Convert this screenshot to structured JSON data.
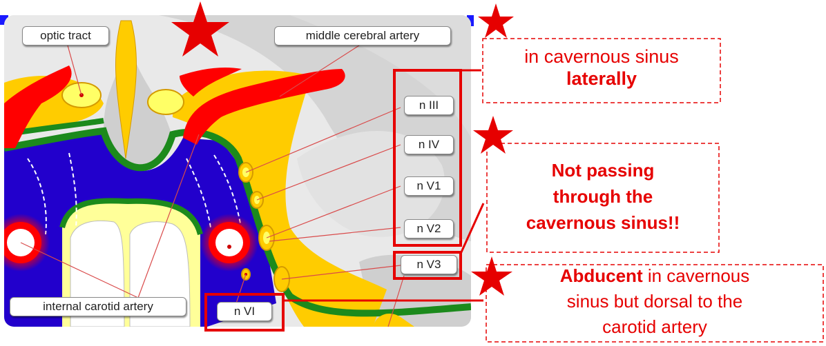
{
  "labels": {
    "optic_tract": "optic tract",
    "middle_cerebral_artery": "middle cerebral artery",
    "internal_carotid_artery": "internal carotid artery",
    "n3": "n III",
    "n4": "n IV",
    "n5_1": "n V1",
    "n5_2": "n V2",
    "n5_3": "n V3",
    "n6": "n VI"
  },
  "notes": {
    "lateral_line1": "in cavernous sinus",
    "lateral_line2": "laterally",
    "not_passing_line1": "Not passing",
    "not_passing_line2": "through the",
    "not_passing_line3": "cavernous sinus!!",
    "abducent_bold": "Abducent",
    "abducent_rest": " in cavernous",
    "abducent_line2": "sinus but dorsal to the",
    "abducent_line3": "carotid artery"
  },
  "colors": {
    "annotation_red": "#e60000",
    "sinus_blue": "#2200cc",
    "dura_green": "#1c8a1c",
    "artery_red": "#ff0000",
    "nerve_yellow": "#ffcc00",
    "brain_gray": "#d9d9d9"
  }
}
